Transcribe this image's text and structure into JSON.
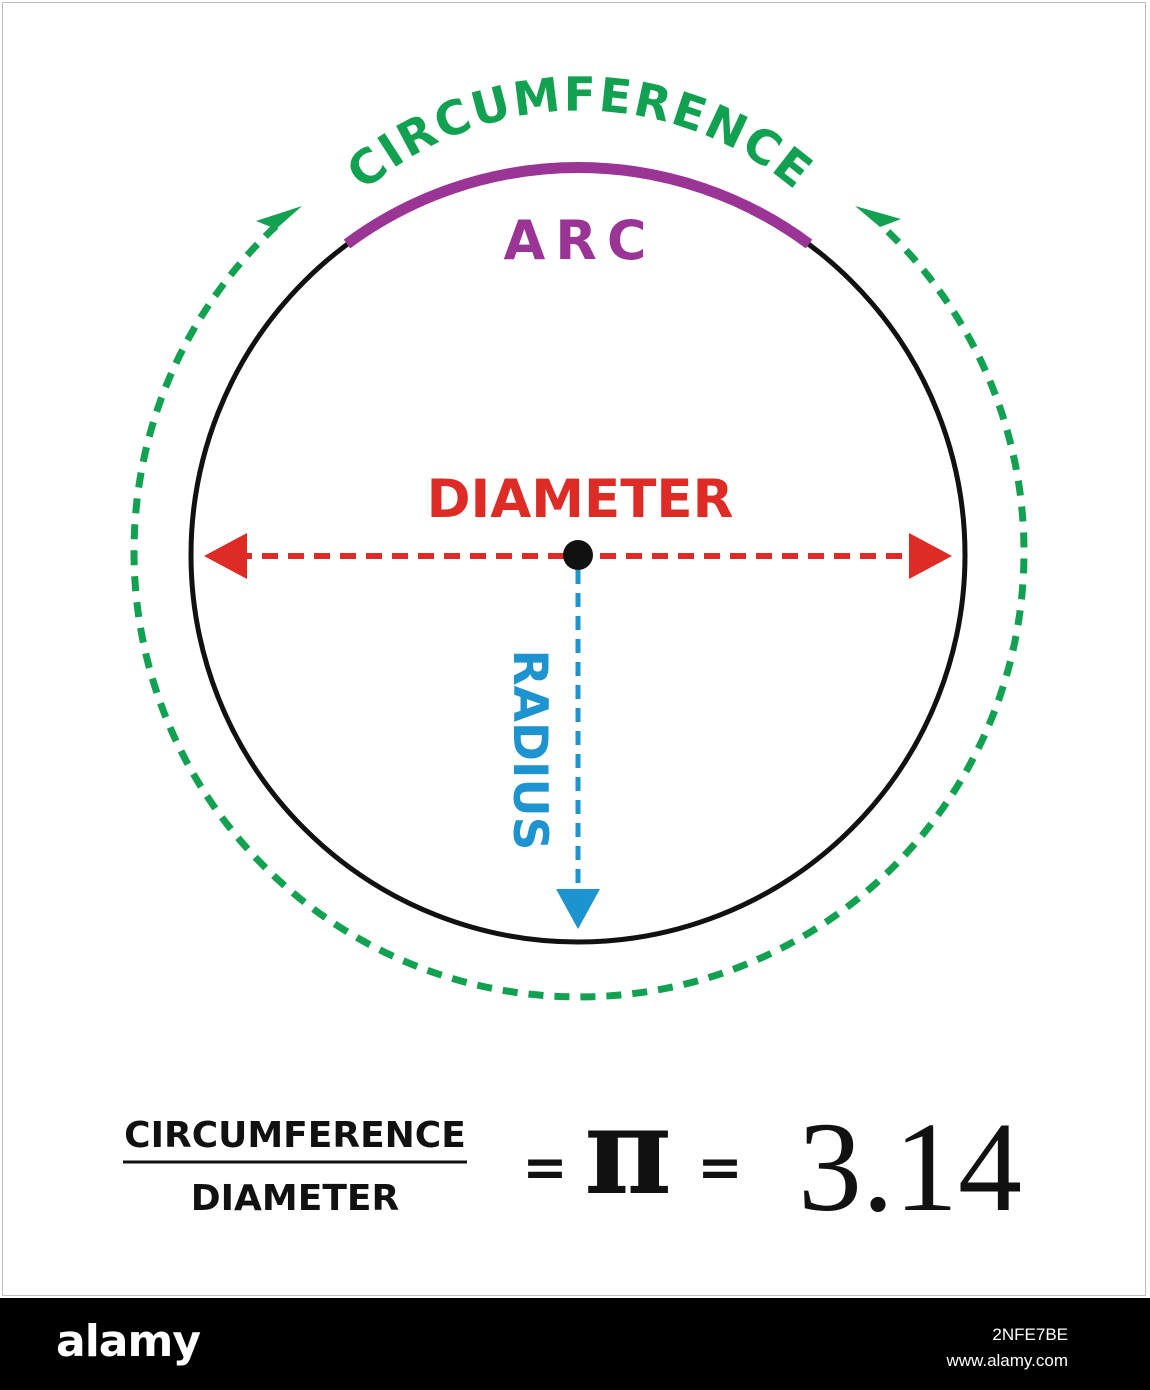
{
  "labels": {
    "circumference": "CIRCUMFERENCE",
    "arc": "ARC",
    "diameter": "DIAMETER",
    "radius": "RADIUS"
  },
  "formula": {
    "numerator": "CIRCUMFERENCE",
    "denominator": "DIAMETER",
    "equals_1": "=",
    "pi_symbol": "π",
    "equals_2": "=",
    "value": "3.14"
  },
  "footer": {
    "logo": "alamy",
    "image_id": "2NFE7BE",
    "url": "www.alamy.com"
  },
  "colors": {
    "circumference": "#12a150",
    "arc": "#9a3595",
    "diameter": "#de2b26",
    "radius": "#1d93cf",
    "circle": "#111111",
    "text": "#111111"
  }
}
